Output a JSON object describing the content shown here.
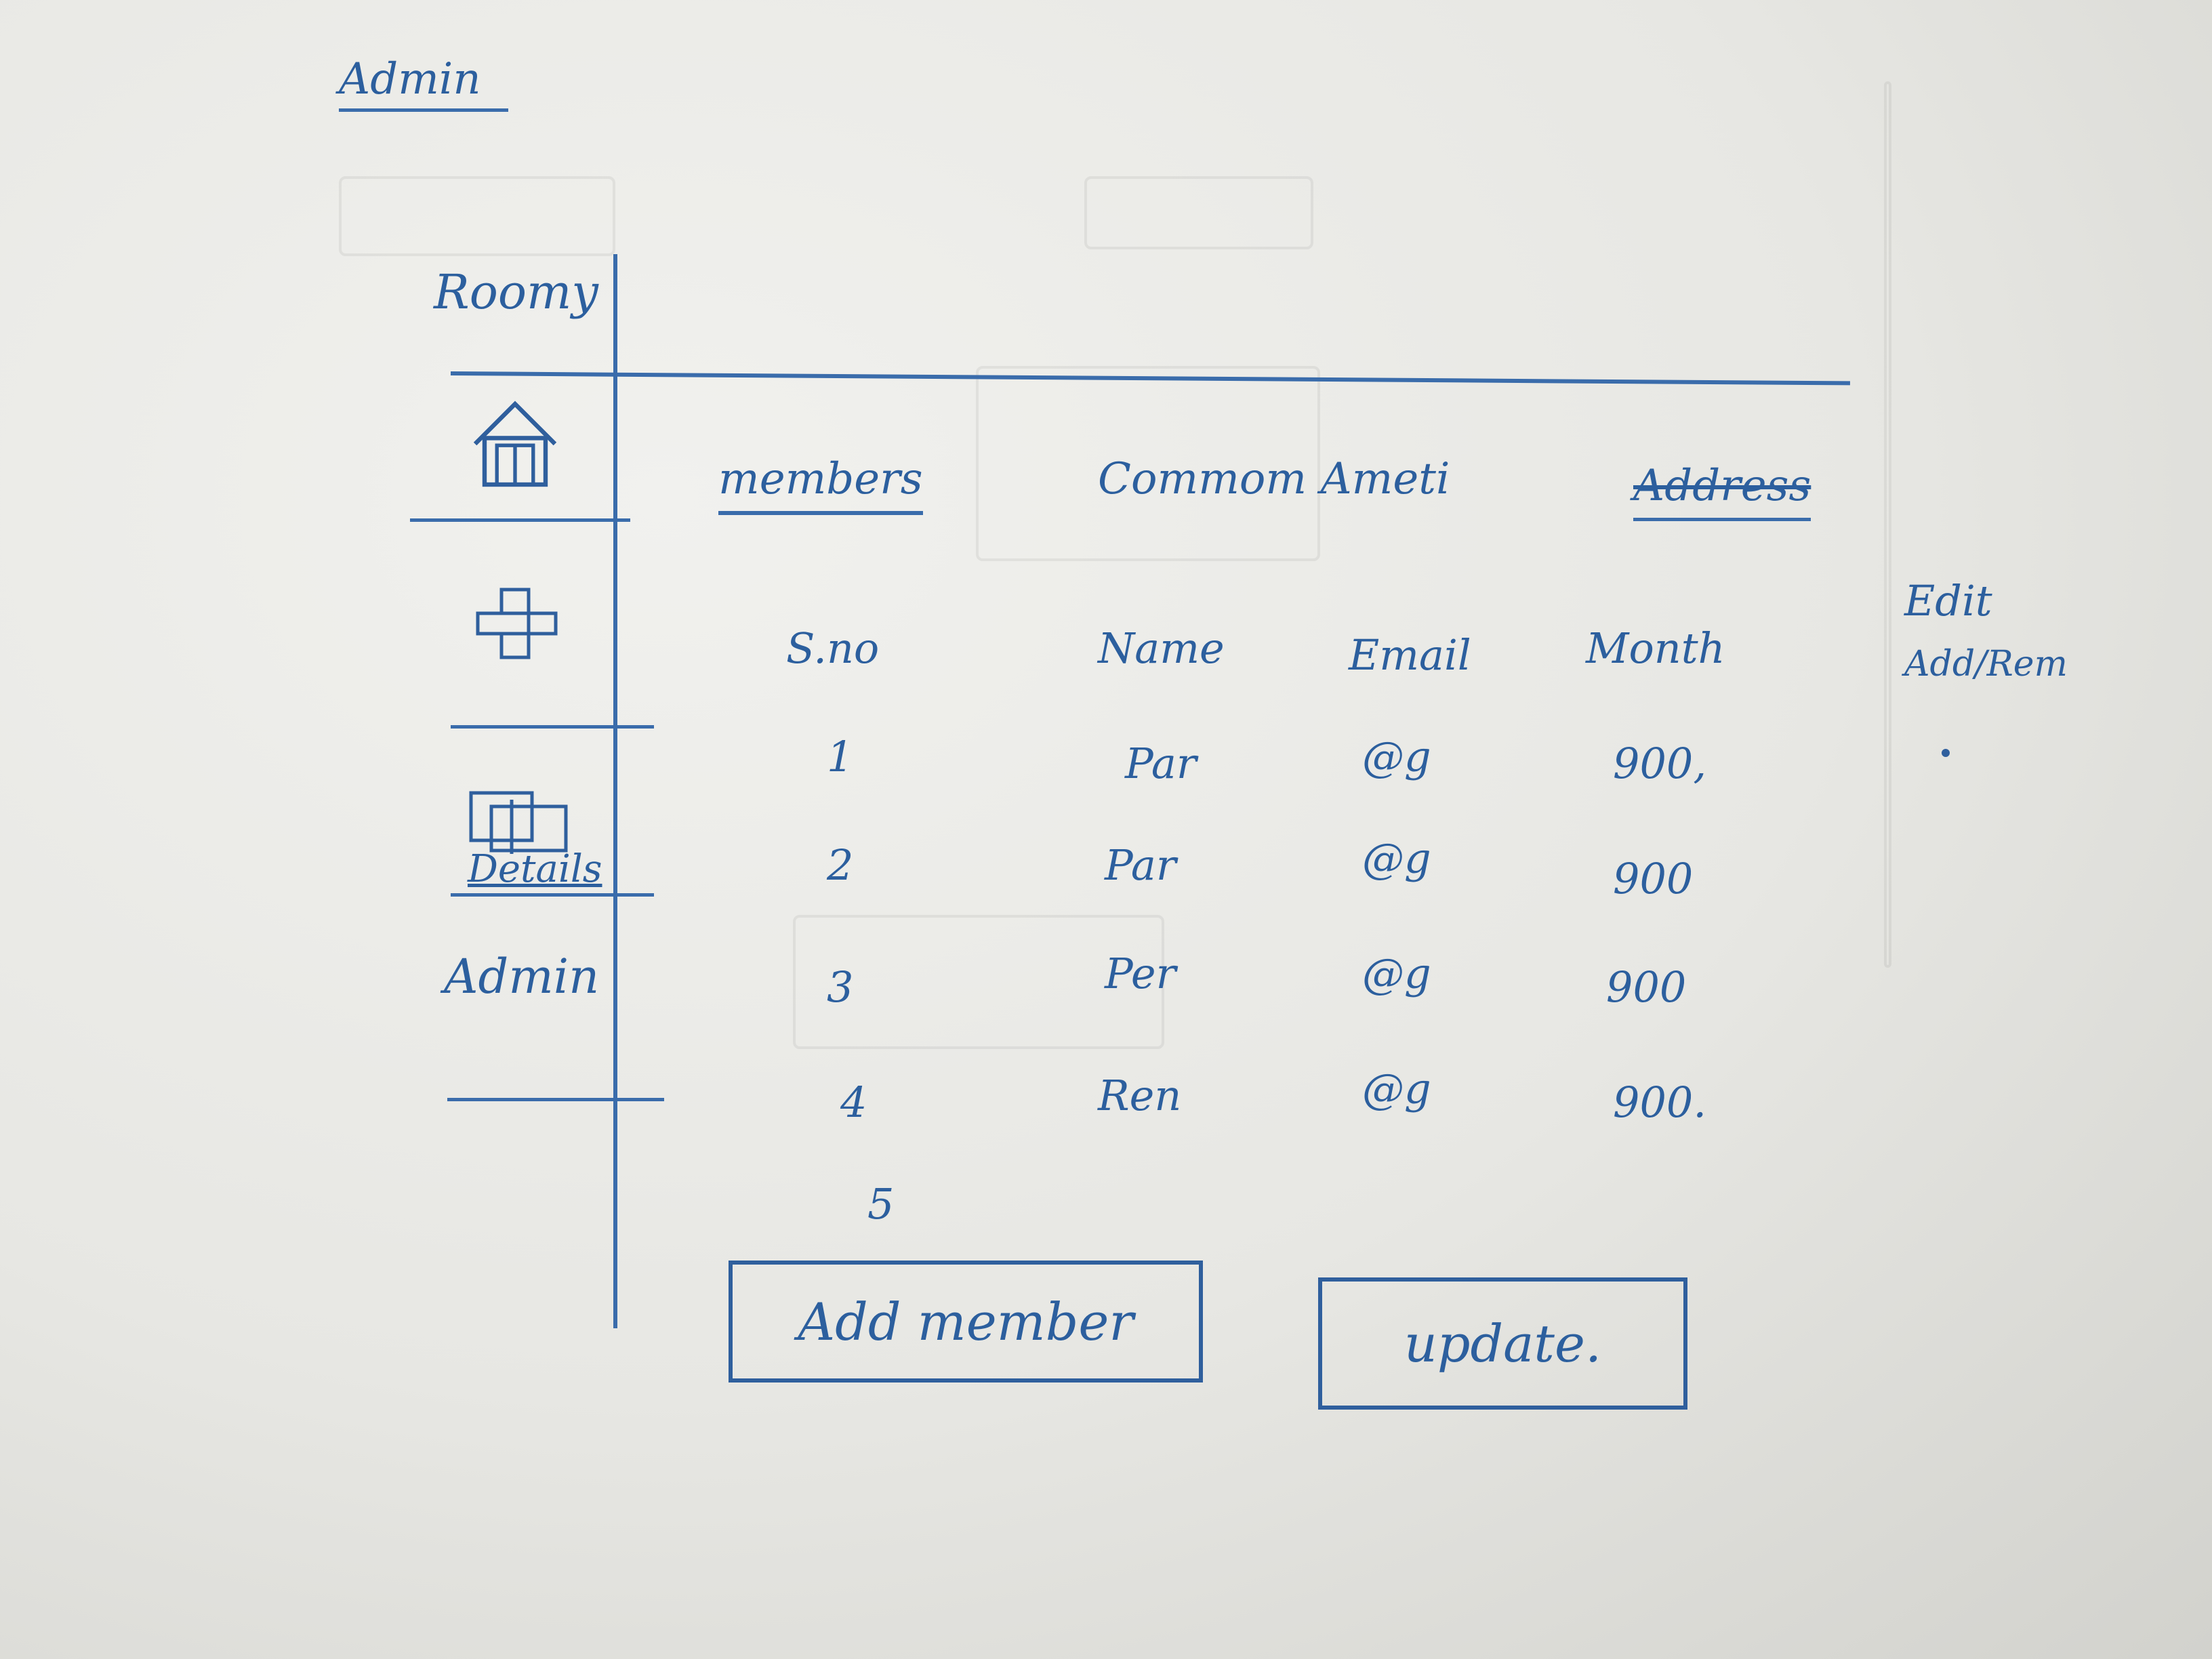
{
  "page": {
    "title": "Admin"
  },
  "sidebar": {
    "brand": "Roomy",
    "items": [
      {
        "icon": "home-icon",
        "label": ""
      },
      {
        "icon": "grid-icon",
        "label": ""
      },
      {
        "icon": "details-icon",
        "label": "Details"
      },
      {
        "icon": "",
        "label": "Admin"
      }
    ]
  },
  "tabs": [
    {
      "label": "members",
      "active": true
    },
    {
      "label": "Commom Ameti",
      "active": false
    },
    {
      "label": "Address",
      "active": false,
      "struck": true
    }
  ],
  "table": {
    "columns": [
      "S.no",
      "Name",
      "Email",
      "Month",
      "Edit",
      "Add/Rem"
    ],
    "rows": [
      {
        "sno": "1",
        "name": "Par",
        "email": "@g",
        "month": "900,"
      },
      {
        "sno": "2",
        "name": "Par",
        "email": "@g",
        "month": "900"
      },
      {
        "sno": "3",
        "name": "Per",
        "email": "@g",
        "month": "900"
      },
      {
        "sno": "4",
        "name": "Ren",
        "email": "@g",
        "month": "900."
      },
      {
        "sno": "5",
        "name": "",
        "email": "",
        "month": ""
      }
    ]
  },
  "buttons": {
    "add_member": "Add member",
    "update": "update."
  },
  "colors": {
    "ink": "#2c5f9e",
    "paper": "#ececE8"
  }
}
